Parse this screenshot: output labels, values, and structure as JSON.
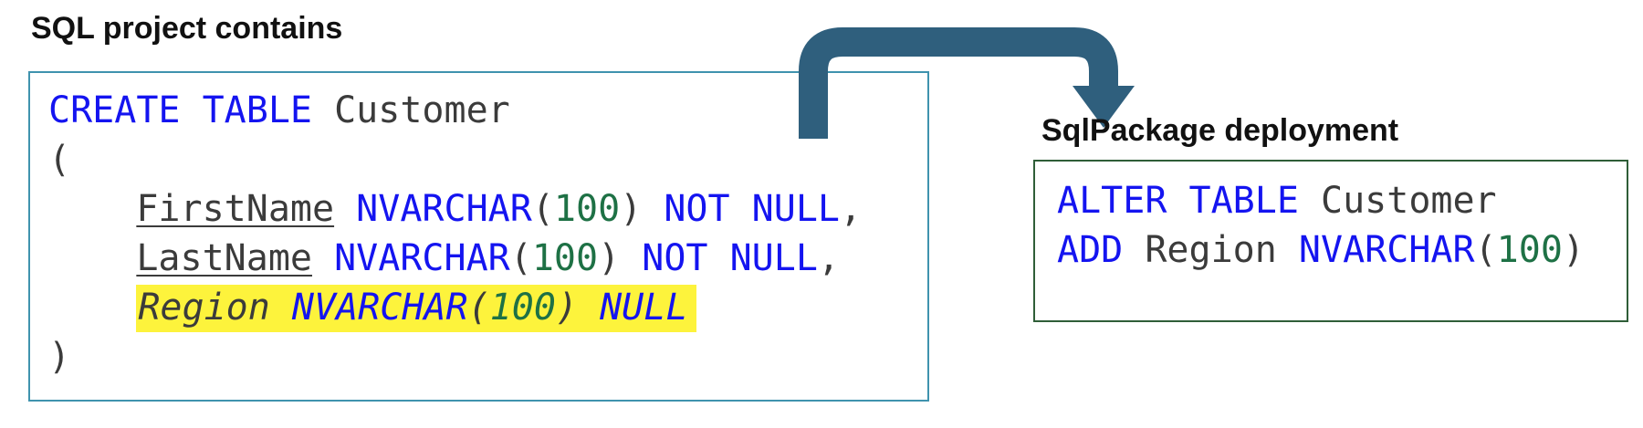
{
  "colors": {
    "keyword": "#1414f0",
    "number": "#1e7145",
    "plain": "#3b3b3b",
    "heading": "#111111",
    "highlight": "#fdf33c",
    "arrow": "#2f5f7d",
    "left_box_border": "#3f93ae",
    "right_box_border": "#2f5e38",
    "background": "#ffffff"
  },
  "left_panel": {
    "title": "SQL project contains",
    "code_lines": [
      {
        "tokens": [
          {
            "t": "CREATE TABLE ",
            "c": "keyword"
          },
          {
            "t": "Customer",
            "c": "plain"
          }
        ]
      },
      {
        "tokens": [
          {
            "t": "(",
            "c": "plain"
          }
        ]
      },
      {
        "indent": "    ",
        "tokens": [
          {
            "t": "FirstName",
            "c": "plain",
            "u": true
          },
          {
            "t": " ",
            "c": "plain"
          },
          {
            "t": "NVARCHAR",
            "c": "keyword"
          },
          {
            "t": "(",
            "c": "plain"
          },
          {
            "t": "100",
            "c": "number"
          },
          {
            "t": ") ",
            "c": "plain"
          },
          {
            "t": "NOT NULL",
            "c": "keyword"
          },
          {
            "t": ",",
            "c": "plain"
          }
        ]
      },
      {
        "indent": "    ",
        "tokens": [
          {
            "t": "LastName",
            "c": "plain",
            "u": true
          },
          {
            "t": " ",
            "c": "plain"
          },
          {
            "t": "NVARCHAR",
            "c": "keyword"
          },
          {
            "t": "(",
            "c": "plain"
          },
          {
            "t": "100",
            "c": "number"
          },
          {
            "t": ") ",
            "c": "plain"
          },
          {
            "t": "NOT NULL",
            "c": "keyword"
          },
          {
            "t": ",",
            "c": "plain"
          }
        ]
      },
      {
        "indent": "    ",
        "highlight": true,
        "italic": true,
        "tokens": [
          {
            "t": "Region ",
            "c": "plain"
          },
          {
            "t": "NVARCHAR",
            "c": "keyword"
          },
          {
            "t": "(",
            "c": "plain"
          },
          {
            "t": "100",
            "c": "number"
          },
          {
            "t": ")",
            "c": "plain"
          },
          {
            "t": " ",
            "c": "plain"
          },
          {
            "t": "NULL",
            "c": "keyword"
          }
        ]
      },
      {
        "tokens": [
          {
            "t": ")",
            "c": "plain"
          }
        ]
      }
    ]
  },
  "right_panel": {
    "title": "SqlPackage deployment",
    "code_lines": [
      {
        "tokens": [
          {
            "t": "ALTER TABLE ",
            "c": "keyword"
          },
          {
            "t": "Customer",
            "c": "plain"
          }
        ]
      },
      {
        "tokens": [
          {
            "t": "ADD ",
            "c": "keyword"
          },
          {
            "t": "Region ",
            "c": "plain"
          },
          {
            "t": "NVARCHAR",
            "c": "keyword"
          },
          {
            "t": "(",
            "c": "plain"
          },
          {
            "t": "100",
            "c": "number"
          },
          {
            "t": ")",
            "c": "plain"
          }
        ]
      }
    ]
  }
}
